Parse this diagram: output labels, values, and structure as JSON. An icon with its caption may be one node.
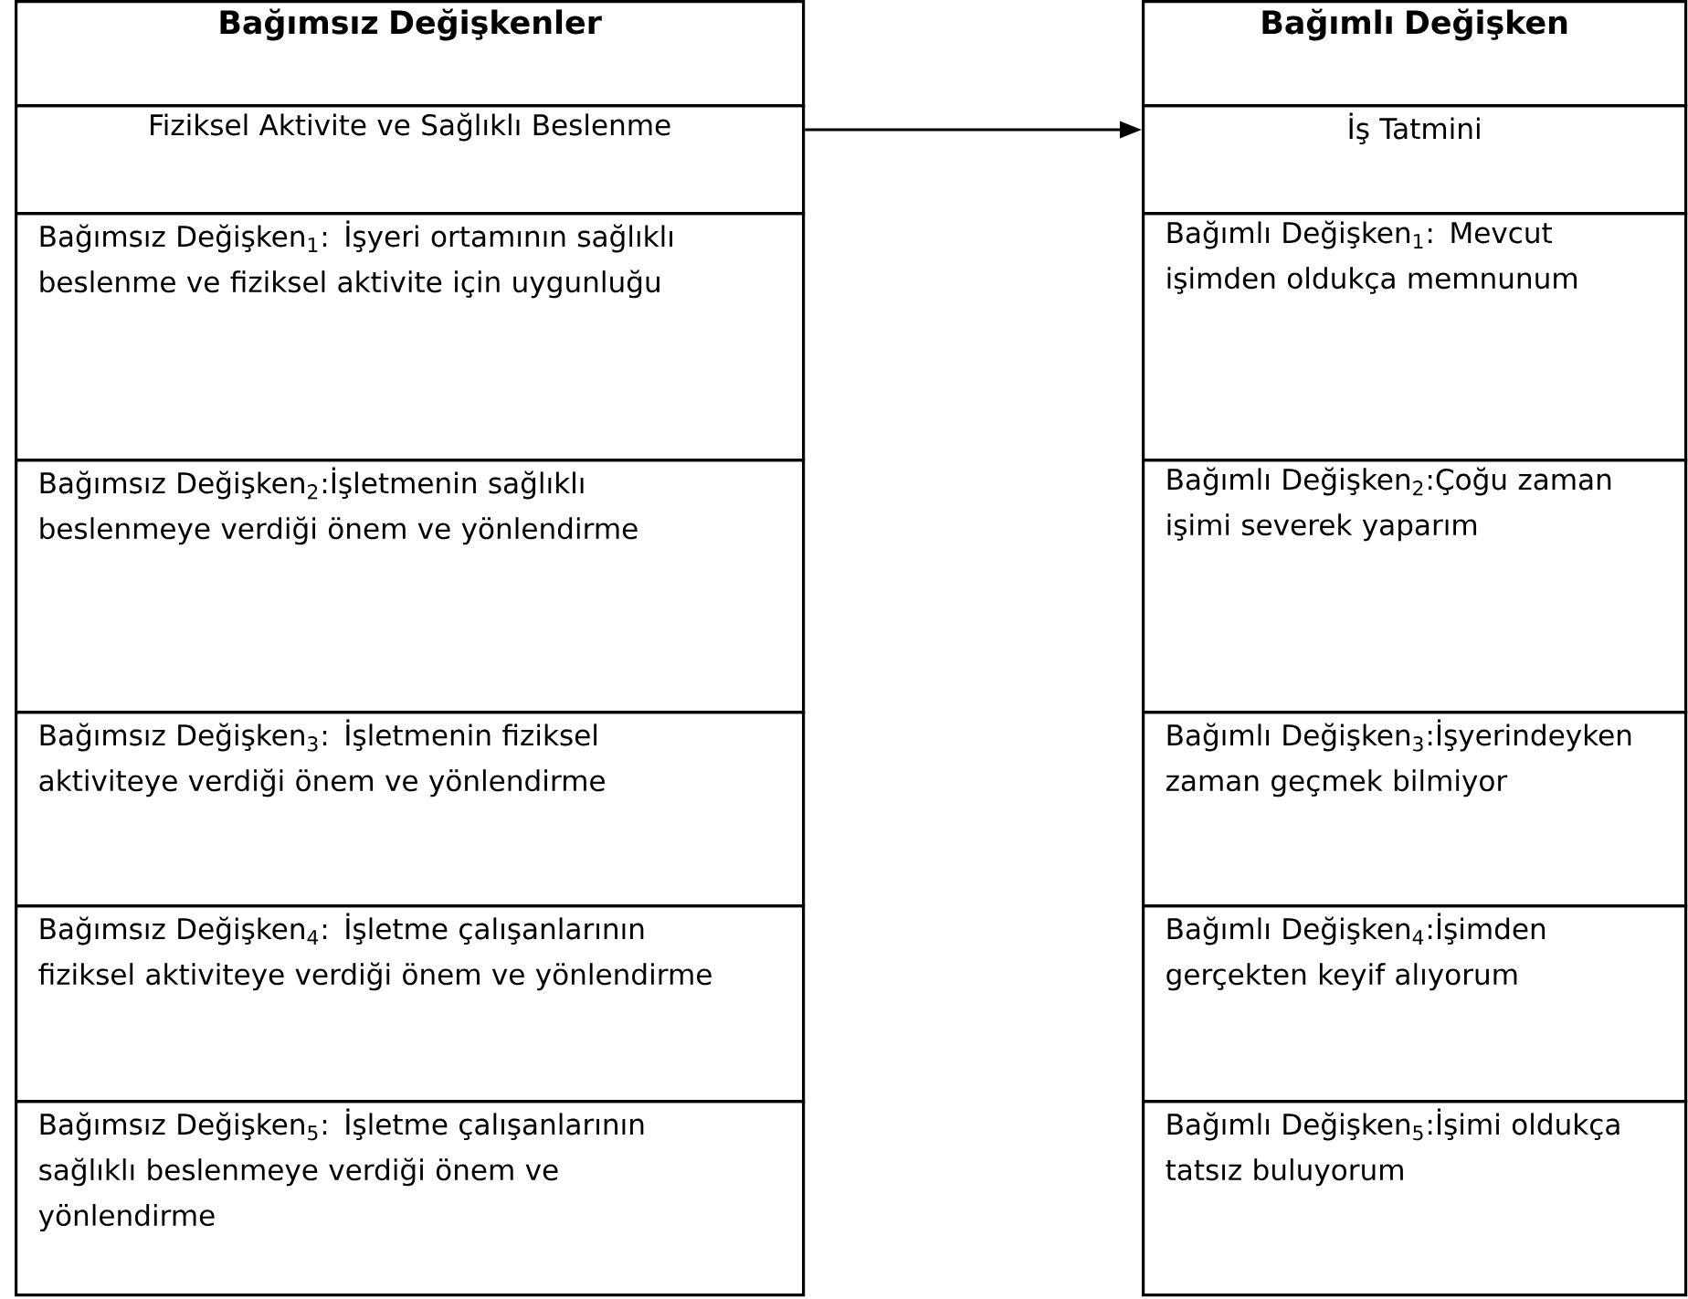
{
  "diagram": {
    "nodes": [
      {
        "text": [
          "Bağımsız Değişkenler"
        ]
      },
      {
        "text": [
          "Fiziksel Aktivite ve Sağlıklı Beslenme"
        ]
      },
      {
        "text": [
          "Bağımsız Değişken$_{1}$: İşyeri ortamının sağlıklı beslenme ve fiziksel aktivite için uygunluğu"
        ]
      },
      {
        "text": [
          "Bağımsız Değişken$_{2}$:İşletmenin sağlıklı beslenmeye verdiği önem ve yönlendirme"
        ]
      },
      {
        "text": [
          "Bağımsız Değişken$_{3}$: İşletmenin fiziksel aktiviteye verdiği önem ve yönlendirme"
        ]
      },
      {
        "text": [
          "Bağımsız Değişken$_{4}$: İşletme çalışanlarının fiziksel aktiviteye verdiği önem ve yönlendirme"
        ]
      },
      {
        "text": [
          "Bağımsız Değişken$_{5}$: İşletme çalışanlarının sağlıklı beslenmeye verdiği önem ve yönlendirme"
        ]
      },
      {
        "text": [
          "Bağımlı Değişken"
        ]
      },
      {
        "text": [
          "İş Tatmini"
        ]
      },
      {
        "text": [
          "Bağımlı Değişken$_{1}$: Mevcut işimden oldukça memnunum"
        ]
      },
      {
        "text": [
          "Bağımlı Değişken$_{2}$:Çoğu zaman işimi severek yaparım"
        ]
      },
      {
        "text": [
          "Bağımlı Değişken$_{3}$:İşyerindeyken zaman geçmek bilmiyor"
        ]
      },
      {
        "text": [
          "Bağımlı Değişken$_{4}$:İşimden gerçekten keyif alıyorum"
        ]
      },
      {
        "text": [
          "Bağımlı Değişken$_{5}$:İşimi oldukça tatsız buluyorum"
        ]
      }
    ],
    "edges": [
      {
        "from": 1,
        "to": 8,
        "arrow": "to"
      }
    ]
  }
}
